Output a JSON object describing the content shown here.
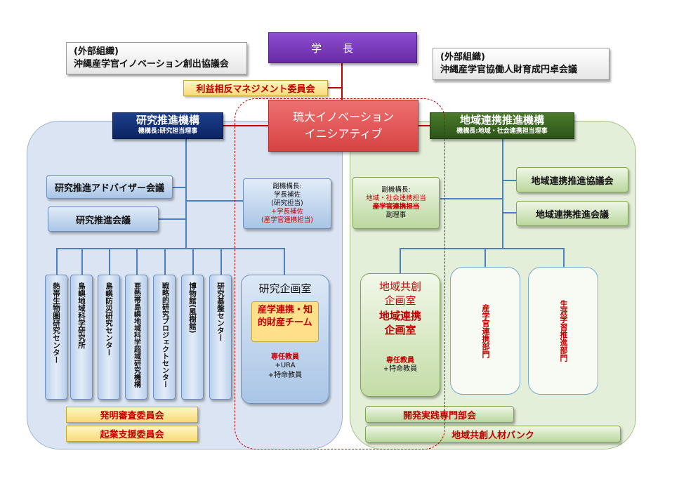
{
  "president": "学長",
  "external_left": {
    "line1": "(外部組織)",
    "line2": "沖縄産学官イノベーション創出協議会"
  },
  "external_right": {
    "line1": "(外部組織)",
    "line2": "沖縄産学官協働人財育成円卓会議"
  },
  "conflict_committee": "利益相反マネジメント委員会",
  "innovation": {
    "line1": "琉大イノベーション",
    "line2": "イニシアティブ"
  },
  "research_org": {
    "title": "研究推進機構",
    "subtitle": "機構長:研究担当理事",
    "advisory": "研究推進アドバイザー会議",
    "council": "研究推進会議",
    "deputy": {
      "line1": "副機構長:",
      "line2": "学長補佐",
      "line3": "(研究担当)",
      "line4": "+学長補佐",
      "line5": "(産学官連携担当)"
    },
    "centers": [
      "熱帯生物圏研究センター",
      "島嶼地域科学研究所",
      "島嶼防災研究センター",
      "亜熱帯島嶼地域科学超域研究機構",
      "戦略的研究プロジェクトセンター",
      "博物館(風樹館)",
      "研究基盤センター"
    ],
    "planning_office": {
      "title": "研究企画室",
      "team": "産学連携・知的財産チーム",
      "staff1": "専任教員",
      "staff2": "+URA",
      "staff3": "+特命教員"
    },
    "invention_committee": "発明審査委員会",
    "startup_committee": "起業支援委員会"
  },
  "regional_org": {
    "title": "地域連携推進機構",
    "subtitle": "機構長:地域・社会連携担当理事",
    "council1": "地域連携推進協議会",
    "council2": "地域連携推進会議",
    "deputy": {
      "line1": "副機構長:",
      "line2": "地域・社会連携担当",
      "line3": "産学官連携担当",
      "line4": "副理事"
    },
    "cocreation": {
      "line1": "地域共創",
      "line2": "企画室",
      "line3": "地域連携",
      "line4": "企画室",
      "staff1": "専任教員",
      "staff2": "+特命教員"
    },
    "dept1": "産学官連携部門",
    "dept2": "生涯学習推進部門",
    "practice_committee": "開発実践専門部会",
    "talent_bank": "地域共創人材バンク"
  },
  "colors": {
    "purple": "#7a3bbd",
    "navy": "#0c2463",
    "green": "#2d5419",
    "red": "#c00000",
    "line_blue": "#4a7fc0"
  }
}
